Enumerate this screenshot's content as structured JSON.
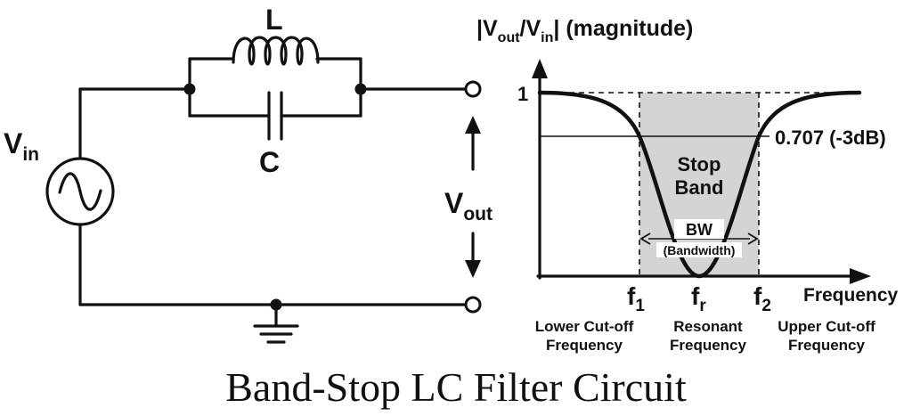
{
  "title": "Band-Stop LC Filter Circuit",
  "circuit": {
    "source_label": {
      "base": "V",
      "sub": "in"
    },
    "inductor_label": "L",
    "capacitor_label": "C",
    "output_label": {
      "base": "V",
      "sub": "out"
    }
  },
  "graph": {
    "y_axis_title": {
      "prefix": "|V",
      "sub1": "out",
      "mid": "/V",
      "sub2": "in",
      "suffix": "| (magnitude)"
    },
    "y_tick_1": "1",
    "cutoff_label": "0.707 (-3dB)",
    "stop_band_line1": "Stop",
    "stop_band_line2": "Band",
    "bw_label": "BW",
    "bandwidth_label": "(Bandwidth)",
    "x_axis_label": "Frequency",
    "f1": {
      "base": "f",
      "sub": "1"
    },
    "fr": {
      "base": "f",
      "sub": "r"
    },
    "f2": {
      "base": "f",
      "sub": "2"
    },
    "f1_desc": [
      "Lower Cut-off",
      "Frequency"
    ],
    "fr_desc": [
      "Resonant",
      "Frequency"
    ],
    "f2_desc": [
      "Upper Cut-off",
      "Frequency"
    ]
  },
  "chart_data": {
    "type": "line",
    "title": "",
    "xlabel": "Frequency",
    "ylabel": "|Vout/Vin| (magnitude)",
    "y_ticks": [
      "1",
      "0.707 (-3dB)"
    ],
    "x_ticks": [
      "f1",
      "fr",
      "f2"
    ],
    "shaded_region": "Stop Band",
    "series": [
      {
        "values": [
          1.0,
          0.99,
          0.97,
          0.92,
          0.85,
          0.707,
          0.5,
          0.25,
          0.0,
          0.25,
          0.5,
          0.707,
          0.85,
          0.92,
          0.97,
          0.99,
          1.0
        ]
      }
    ],
    "grid": false
  }
}
